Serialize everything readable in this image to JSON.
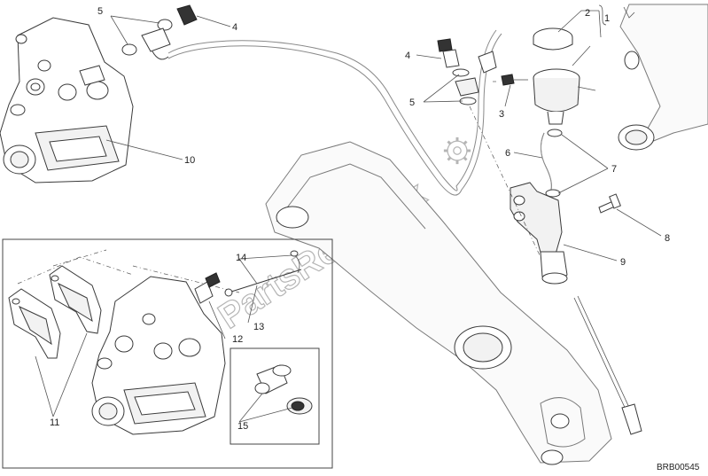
{
  "diagram": {
    "callouts": [
      "1",
      "2",
      "3",
      "4",
      "5",
      "6",
      "7",
      "8",
      "9",
      "10",
      "11",
      "12",
      "13",
      "14",
      "15"
    ],
    "watermark": "PartsRepublik",
    "drawing_code": "BRB00545"
  }
}
